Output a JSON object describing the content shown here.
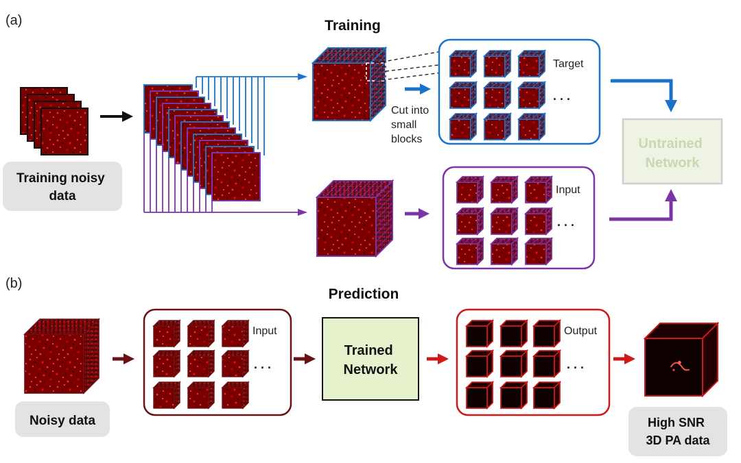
{
  "panel_a": {
    "label": "(a)",
    "title": "Training",
    "source_label": "Training noisy data",
    "cut_label": [
      "Cut into",
      "small",
      "blocks"
    ],
    "target_label": "Target",
    "input_label": "Input",
    "network_label": [
      "Untrained",
      "Network"
    ],
    "ellipsis": ". . ."
  },
  "panel_b": {
    "label": "(b)",
    "title": "Prediction",
    "source_label": "Noisy data",
    "input_label": "Input",
    "network_label": [
      "Trained",
      "Network"
    ],
    "output_label": "Output",
    "ellipsis": ". . .",
    "result_label": [
      "High SNR",
      "3D PA data"
    ]
  },
  "colors": {
    "blue": "#1a73c9",
    "purple": "#7a35a6",
    "dark_red": "#6b1214",
    "red": "#d01818",
    "untrained_fill": "#e8f0da",
    "untrained_text": "#c9d7b3",
    "trained_fill": "#e3f1c8",
    "noise_base": "#6e0000",
    "noise_hi": "#ff2d2d"
  }
}
